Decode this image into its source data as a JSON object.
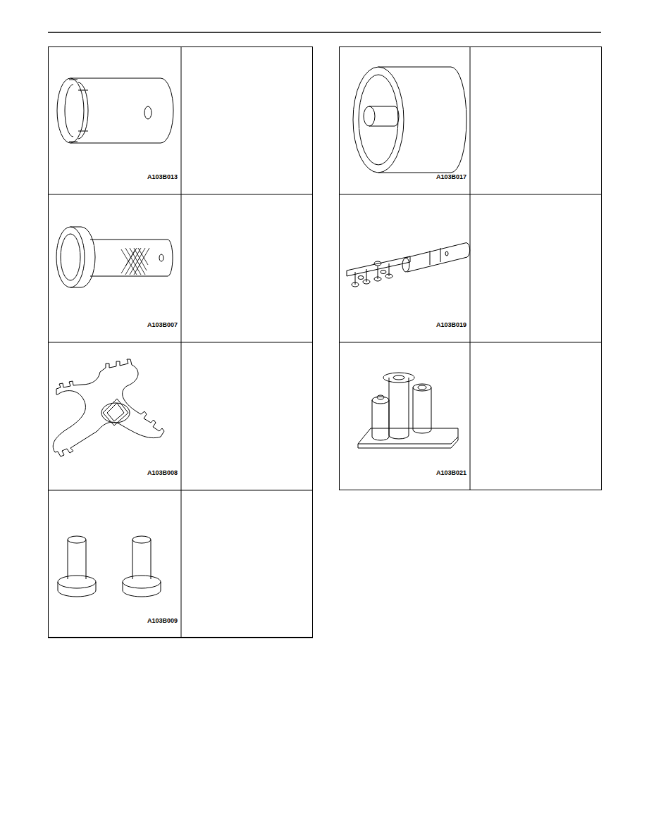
{
  "diagram": {
    "labels": [
      "A103B013",
      "A103B017",
      "A103B007",
      "A103B019",
      "A103B008",
      "A103B021",
      "A103B009"
    ]
  }
}
